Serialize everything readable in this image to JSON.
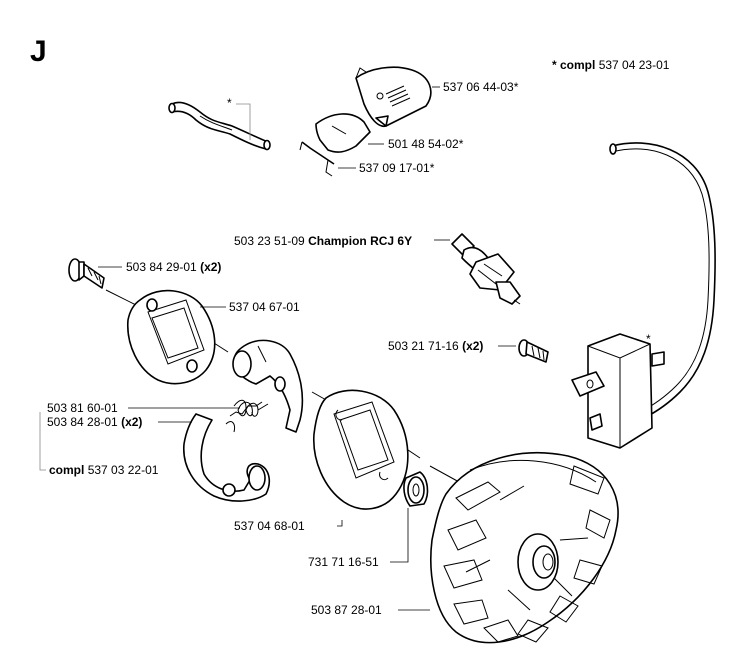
{
  "section": "J",
  "labels": {
    "compl_note_prefix": "* compl",
    "compl_note_number": "537 04 23-01",
    "hose_star": "*",
    "p_537_06_44_03": "537 06 44-03*",
    "p_501_48_54_02": "501 48 54-02*",
    "p_537_09_17_01": "537 09 17-01*",
    "spark_plug_number": "503 23 51-09",
    "spark_plug_name": "Champion RCJ 6Y",
    "p_503_84_29_01": "503 84 29-01",
    "x2_a": "(x2)",
    "p_537_04_67_01": "537 04 67-01",
    "p_503_21_71_16": "503 21 71-16",
    "x2_b": "(x2)",
    "module_star": "*",
    "p_503_81_60_01": "503 81 60-01",
    "p_503_84_28_01": "503 84 28-01",
    "x2_c": "(x2)",
    "compl_clutch_prefix": "compl",
    "compl_clutch_number": "537 03 22-01",
    "p_537_04_68_01": "537 04 68-01",
    "p_731_71_16_51": "731 71 16-51",
    "p_503_87_28_01": "503 87 28-01"
  }
}
